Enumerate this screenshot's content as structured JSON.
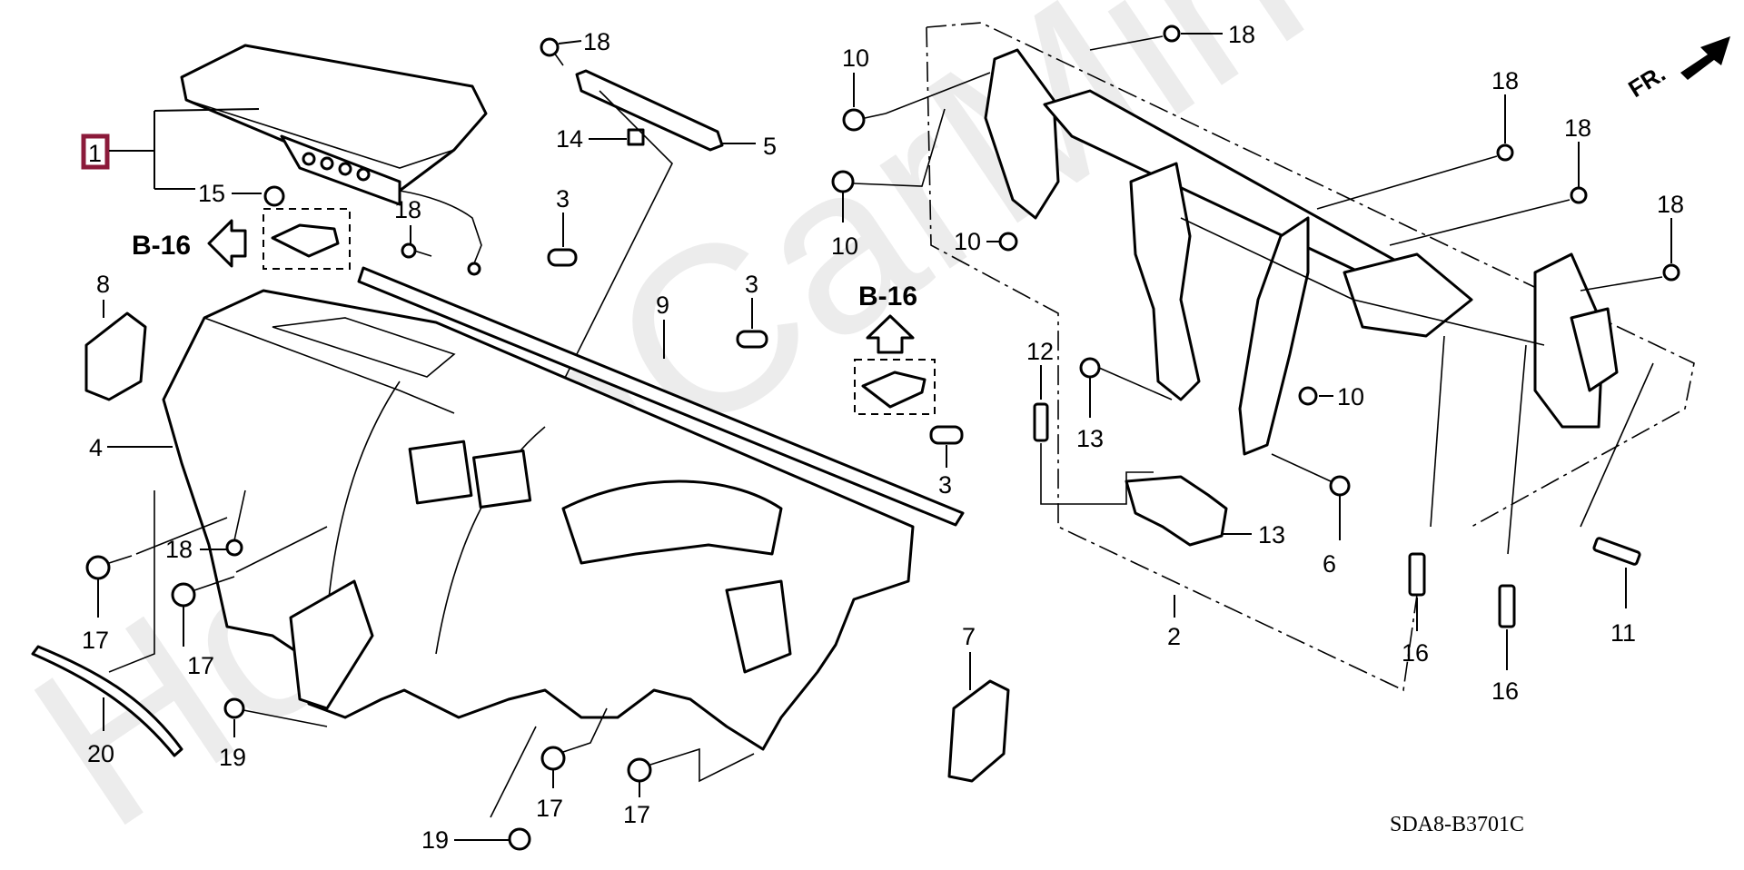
{
  "diagram": {
    "title": "Instrument Panel / Steering Hanger Beam parts diagram",
    "diagram_code": "SDA8-B3701C",
    "watermark": "HondaCarMine.ru",
    "front_indicator": "FR.",
    "highlight_color": "#8b1a3a",
    "highlighted_callout": "1",
    "references": [
      {
        "label": "B-16",
        "arrow": "left"
      },
      {
        "label": "B-16",
        "arrow": "up"
      }
    ],
    "callouts": [
      {
        "id": "c1",
        "label": "1",
        "part": "airbag-module",
        "highlighted": true
      },
      {
        "id": "c15",
        "label": "15",
        "part": "nut"
      },
      {
        "id": "c18a",
        "label": "18",
        "part": "screw-airbag"
      },
      {
        "id": "c18b",
        "label": "18",
        "part": "screw-bracket"
      },
      {
        "id": "c14",
        "label": "14",
        "part": "clip"
      },
      {
        "id": "c5",
        "label": "5",
        "part": "bracket"
      },
      {
        "id": "c3a",
        "label": "3",
        "part": "plug"
      },
      {
        "id": "c3b",
        "label": "3",
        "part": "plug"
      },
      {
        "id": "c3c",
        "label": "3",
        "part": "plug"
      },
      {
        "id": "c9",
        "label": "9",
        "part": "garnish-strip"
      },
      {
        "id": "c10a",
        "label": "10",
        "part": "bolt"
      },
      {
        "id": "c10b",
        "label": "10",
        "part": "bolt"
      },
      {
        "id": "c10c",
        "label": "10",
        "part": "bolt"
      },
      {
        "id": "c10d",
        "label": "10",
        "part": "bolt"
      },
      {
        "id": "c16a",
        "label": "16",
        "part": "nut"
      },
      {
        "id": "c16b",
        "label": "16",
        "part": "nut"
      },
      {
        "id": "c18c",
        "label": "18",
        "part": "clip"
      },
      {
        "id": "c18d",
        "label": "18",
        "part": "clip"
      },
      {
        "id": "c18e",
        "label": "18",
        "part": "clip"
      },
      {
        "id": "c18f",
        "label": "18",
        "part": "clip"
      },
      {
        "id": "c12",
        "label": "12",
        "part": "stud-bolt"
      },
      {
        "id": "c13a",
        "label": "13",
        "part": "bolt"
      },
      {
        "id": "c13b",
        "label": "13",
        "part": "bolt"
      },
      {
        "id": "c6",
        "label": "6",
        "part": "bracket"
      },
      {
        "id": "c2",
        "label": "2",
        "part": "steering-hanger-beam"
      },
      {
        "id": "c11",
        "label": "11",
        "part": "bolt"
      },
      {
        "id": "c8",
        "label": "8",
        "part": "side-vent"
      },
      {
        "id": "c4",
        "label": "4",
        "part": "instrument-panel"
      },
      {
        "id": "c18g",
        "label": "18",
        "part": "clip"
      },
      {
        "id": "c17a",
        "label": "17",
        "part": "bolt"
      },
      {
        "id": "c17b",
        "label": "17",
        "part": "bolt"
      },
      {
        "id": "c17c",
        "label": "17",
        "part": "bolt"
      },
      {
        "id": "c17d",
        "label": "17",
        "part": "bolt"
      },
      {
        "id": "c20",
        "label": "20",
        "part": "seal"
      },
      {
        "id": "c19a",
        "label": "19",
        "part": "clip"
      },
      {
        "id": "c19b",
        "label": "19",
        "part": "clip"
      },
      {
        "id": "c7",
        "label": "7",
        "part": "side-cover"
      }
    ]
  }
}
